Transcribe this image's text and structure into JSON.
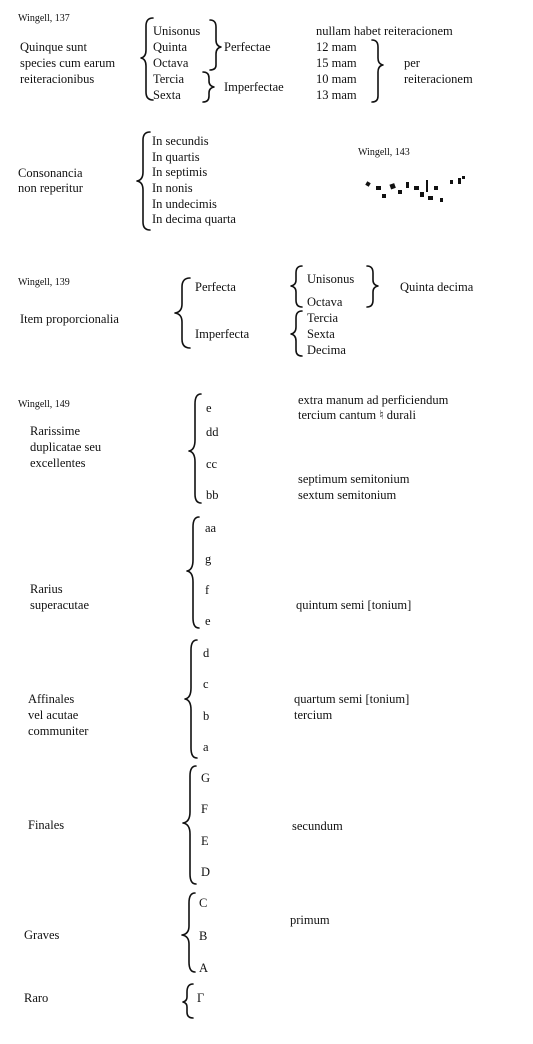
{
  "s1": {
    "ref": "Wingell, 137",
    "intro": [
      "Quinque sunt",
      "species cum earum",
      "reiteracionibus"
    ],
    "species": [
      "Unisonus",
      "Quinta",
      "Octava",
      "Tercia",
      "Sexta"
    ],
    "perfectae": "Perfectae",
    "imperfectae": "Imperfectae",
    "reit": [
      "nullam habet reiteracionem",
      "12 mam",
      "15 mam",
      "10 mam",
      "13 mam"
    ],
    "per": [
      "per",
      "reiteracionem"
    ]
  },
  "s2": {
    "ref": "Wingell, 143",
    "intro": [
      "Consonancia",
      "non reperitur"
    ],
    "items": [
      "In secundis",
      "In quartis",
      "In septimis",
      "In nonis",
      "In undecimis",
      "In decima quarta"
    ]
  },
  "s3": {
    "ref": "Wingell, 139",
    "intro": "Item proporcionalia",
    "perfecta": "Perfecta",
    "imperfecta": "Imperfecta",
    "perf_items": [
      "Unisonus",
      "Octava"
    ],
    "quinta_decima": "Quinta decima",
    "imperf_items": [
      "Tercia",
      "Sexta",
      "Decima"
    ]
  },
  "s4": {
    "ref": "Wingell, 149",
    "groups": [
      {
        "label": [
          "Rarissime",
          "duplicatae seu",
          "excellentes"
        ],
        "notes": [
          "e",
          "dd",
          "cc",
          "bb"
        ]
      },
      {
        "label": [
          "Rarius",
          "superacutae"
        ],
        "notes": [
          "aa",
          "g",
          "f",
          "e"
        ]
      },
      {
        "label": [
          "Affinales",
          "vel acutae",
          "communiter"
        ],
        "notes": [
          "d",
          "c",
          "b",
          "a"
        ]
      },
      {
        "label": [
          "Finales"
        ],
        "notes": [
          "G",
          "F",
          "E",
          "D"
        ]
      },
      {
        "label": [
          "Graves"
        ],
        "notes": [
          "C",
          "B",
          "A"
        ]
      },
      {
        "label": [
          "Raro"
        ],
        "notes": [
          "Γ"
        ]
      }
    ],
    "comments": {
      "e": [
        "extra manum ad perficiendum",
        "tercium cantum ♮ durali"
      ],
      "cc": "septimum semitonium",
      "bb": "sextum semitonium",
      "f": "quintum semi [tonium]",
      "b": [
        "quartum semi [tonium]",
        "tercium"
      ],
      "E": "secundum",
      "C": "primum"
    }
  }
}
